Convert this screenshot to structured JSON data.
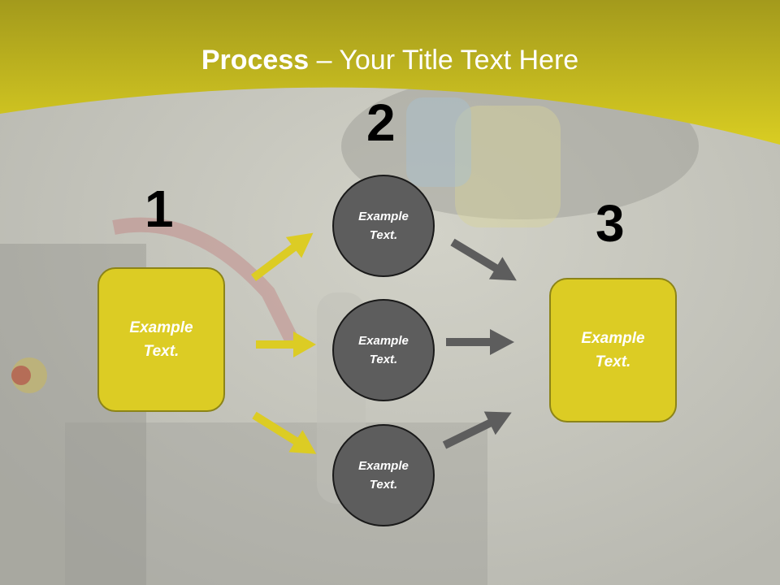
{
  "title": {
    "bold": "Process",
    "rest": " – Your Title Text Here"
  },
  "steps": {
    "one": {
      "number": "1",
      "text": "Example\nText."
    },
    "two": {
      "number": "2"
    },
    "three": {
      "number": "3",
      "text": "Example\nText."
    }
  },
  "circles": [
    {
      "text": "Example\nText."
    },
    {
      "text": "Example\nText."
    },
    {
      "text": "Example\nText."
    }
  ],
  "colors": {
    "accent": "#dccc24",
    "circle": "#5d5d5d",
    "arrow_yellow": "#dccc24",
    "arrow_gray": "#5d5d5d"
  }
}
